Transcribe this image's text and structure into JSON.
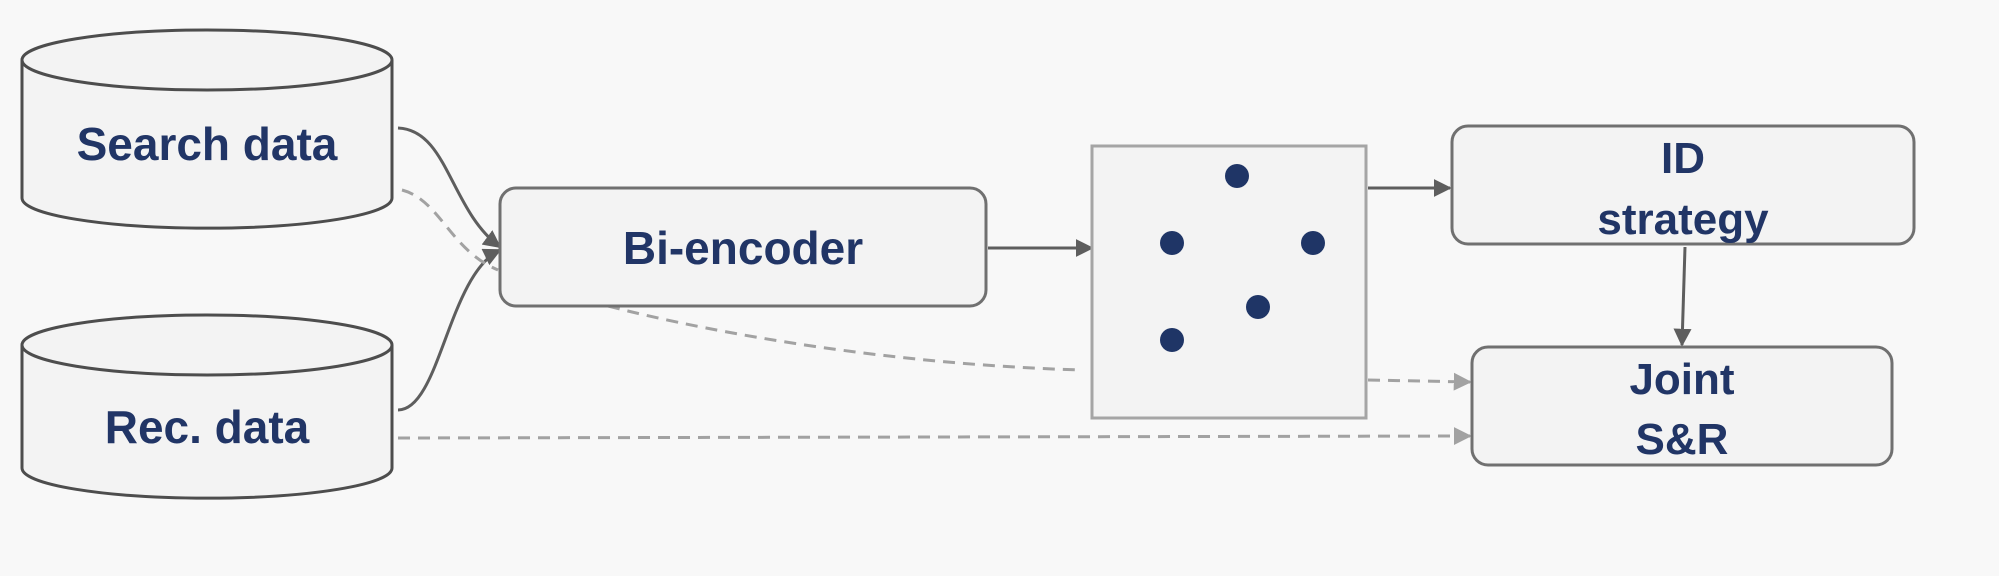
{
  "nodes": {
    "search_data": {
      "label": "Search data"
    },
    "rec_data": {
      "label": "Rec. data"
    },
    "bi_encoder": {
      "label": "Bi-encoder"
    },
    "embedding_space": {
      "point_count": 5
    },
    "id_strategy": {
      "line1": "ID",
      "line2": "strategy"
    },
    "joint_sr": {
      "line1": "Joint",
      "line2": "S&R"
    }
  },
  "edges": [
    {
      "from": "search_data",
      "to": "bi_encoder",
      "style": "solid"
    },
    {
      "from": "rec_data",
      "to": "bi_encoder",
      "style": "solid"
    },
    {
      "from": "search_data",
      "to": "joint_sr",
      "style": "dashed"
    },
    {
      "from": "bi_encoder",
      "to": "embedding_space",
      "style": "solid"
    },
    {
      "from": "embedding_space",
      "to": "id_strategy",
      "style": "solid"
    },
    {
      "from": "id_strategy",
      "to": "joint_sr",
      "style": "solid"
    },
    {
      "from": "embedding_space",
      "to": "joint_sr",
      "style": "dashed"
    },
    {
      "from": "rec_data",
      "to": "joint_sr",
      "style": "dashed"
    }
  ],
  "colors": {
    "background": "#f8f8f8",
    "node_fill": "#f3f3f3",
    "node_stroke": "#707070",
    "text": "#213566",
    "solid_edge": "#5e5e5e",
    "dashed_edge": "#a2a2a2",
    "embedding_point": "#1f3566"
  }
}
